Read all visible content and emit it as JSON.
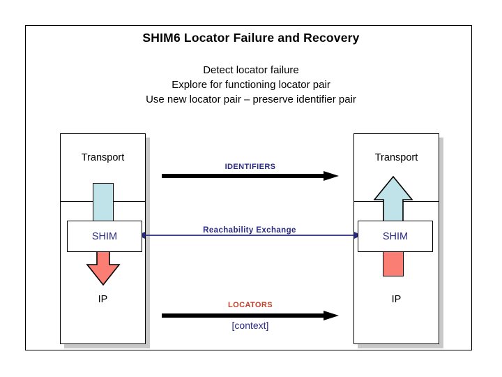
{
  "slide": {
    "title": "SHIM6 Locator Failure and Recovery",
    "subtitle_lines": [
      "Detect locator failure",
      "Explore for functioning locator pair",
      "Use new locator pair – preserve identifier pair"
    ]
  },
  "stacks": {
    "left": {
      "transport_label": "Transport",
      "shim_label": "SHIM",
      "ip_label": "IP",
      "upper_bar_icon": "cyan-vertical-bar",
      "lower_arrow_icon": "red-down-arrow"
    },
    "right": {
      "transport_label": "Transport",
      "shim_label": "SHIM",
      "ip_label": "IP",
      "upper_arrow_icon": "cyan-up-arrow",
      "lower_bar_icon": "red-vertical-bar"
    }
  },
  "connectors": {
    "identifiers": {
      "label": "IDENTIFIERS",
      "icon": "black-right-arrow",
      "color": "#2a2a86"
    },
    "reachability": {
      "label": "Reachability Exchange",
      "icon": "navy-double-arrow",
      "color": "#2a2a86"
    },
    "locators": {
      "label": "LOCATORS",
      "sublabel": "[context]",
      "icon": "black-right-arrow",
      "color": "#c0402a",
      "sublabel_color": "#2a2a86"
    }
  },
  "colors": {
    "cyan": "#bfe3e8",
    "red": "#fa7e73",
    "navy": "#2a2a86",
    "brick": "#c0402a",
    "shadow": "#c8c8c8",
    "outline": "#000000"
  }
}
